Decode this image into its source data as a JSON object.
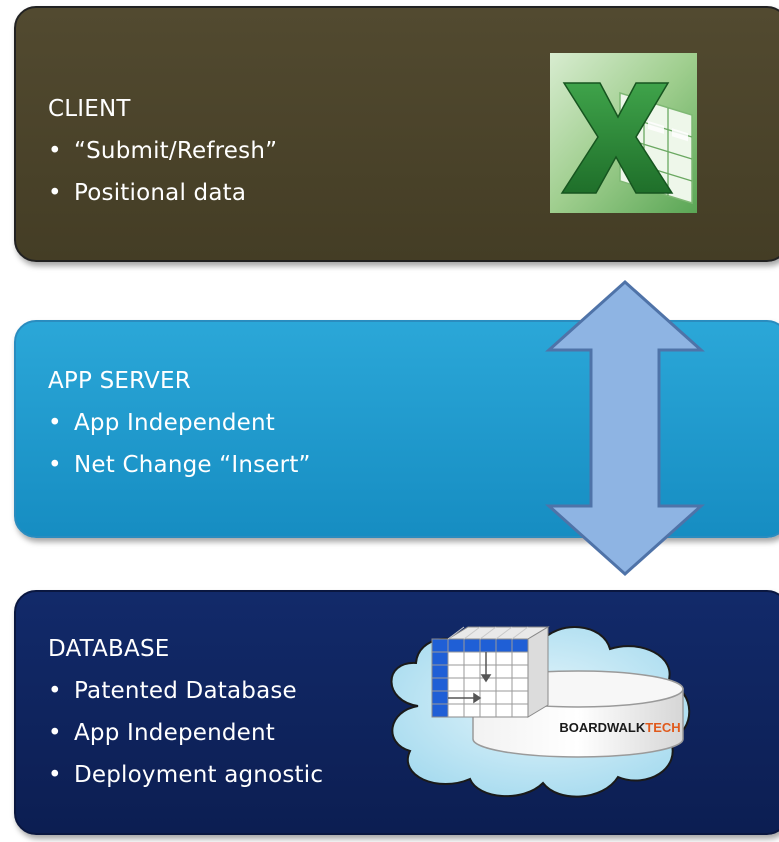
{
  "tiers": {
    "client": {
      "title": "CLIENT",
      "bullets": [
        "“Submit/Refresh”",
        "Positional data"
      ]
    },
    "app_server": {
      "title": "APP SERVER",
      "bullets": [
        "App Independent",
        "Net Change “Insert”"
      ]
    },
    "database": {
      "title": "DATABASE",
      "bullets": [
        "Patented Database",
        "App Independent",
        "Deployment agnostic"
      ]
    }
  },
  "logos": {
    "excel": "X",
    "boardwalk_main": "BOARDWALK",
    "boardwalk_accent": "TECH"
  },
  "colors": {
    "client_bg": "#4a4329",
    "app_server_bg": "#1f9bd0",
    "database_bg": "#0f2360",
    "arrow_fill": "#8eb4e3",
    "arrow_stroke": "#4f73a8",
    "cloud_fill": "#bfe6f6",
    "excel_green": "#2e8b3d",
    "boardwalk_accent": "#e05a1c"
  },
  "icons": [
    "excel-logo-icon",
    "double-arrow-icon",
    "cloud-database-icon"
  ]
}
